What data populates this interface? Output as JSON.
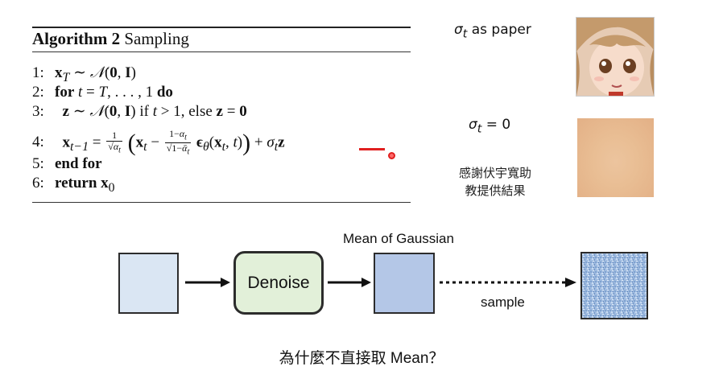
{
  "algorithm": {
    "title_bold": "Algorithm 2",
    "title_rest": " Sampling",
    "lines": [
      {
        "num": "1:",
        "text": "x_T ~ N(0, I)"
      },
      {
        "num": "2:",
        "text": "for t = T, . . . , 1 do"
      },
      {
        "num": "3:",
        "text": "z ~ N(0, I) if t > 1, else z = 0"
      },
      {
        "num": "4:",
        "text": "x_{t-1} = 1/√α_t (x_t − (1−α_t)/√(1−ᾱ_t) ε_θ(x_t, t)) + σ_t z"
      },
      {
        "num": "5:",
        "text": "end for"
      },
      {
        "num": "6:",
        "text": "return x_0"
      }
    ]
  },
  "right_panel": {
    "sigma_paper_label": "σ_t as paper",
    "sigma_zero_label": "σ_t = 0",
    "note_line1": "感謝伏宇寬助",
    "note_line2": "教提供結果"
  },
  "diagram": {
    "denoise_label": "Denoise",
    "mean_label": "Mean of Gaussian",
    "sample_label": "sample"
  },
  "bottom_question": "為什麼不直接取 Mean？",
  "colors": {
    "input_box": "#dae6f3",
    "denoise_box": "#e2f0d9",
    "mean_box": "#b4c7e7",
    "highlight": "#e02020"
  }
}
